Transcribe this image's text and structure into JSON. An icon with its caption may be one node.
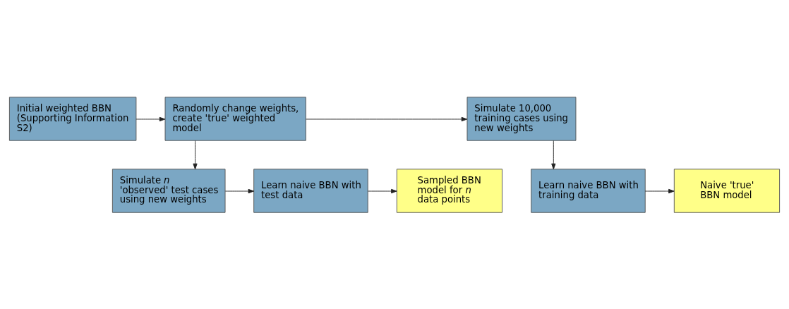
{
  "diagram": {
    "nodes": [
      {
        "text": [
          "Initial weighted BBN (Supporting Information S2)"
        ]
      },
      {
        "text": [
          "Randomly change weights, create 'true' weighted model"
        ]
      },
      {
        "text": [
          "Simulate 10,000 training cases using new weights"
        ]
      },
      {
        "text": [
          "Learn naive BBN with training data"
        ]
      },
      {
        "text": [
          "Naive 'true' BBN model"
        ]
      },
      {
        "text": [
          "Simulate *n* 'observed' test cases using new weights"
        ]
      },
      {
        "text": [
          "Learn naive BBN with test data"
        ]
      },
      {
        "text": [
          "Sampled BBN model for *n* data points"
        ]
      }
    ],
    "edges": [
      {
        "from": 0,
        "to": 1,
        "arrow": "to"
      },
      {
        "from": 1,
        "to": 2,
        "arrow": "to"
      },
      {
        "from": 2,
        "to": 3,
        "arrow": "to"
      },
      {
        "from": 3,
        "to": 4,
        "arrow": "to"
      },
      {
        "from": 1,
        "to": 5,
        "arrow": "to"
      },
      {
        "from": 5,
        "to": 6,
        "arrow": "to"
      },
      {
        "from": 6,
        "to": 7,
        "arrow": "to"
      }
    ]
  }
}
